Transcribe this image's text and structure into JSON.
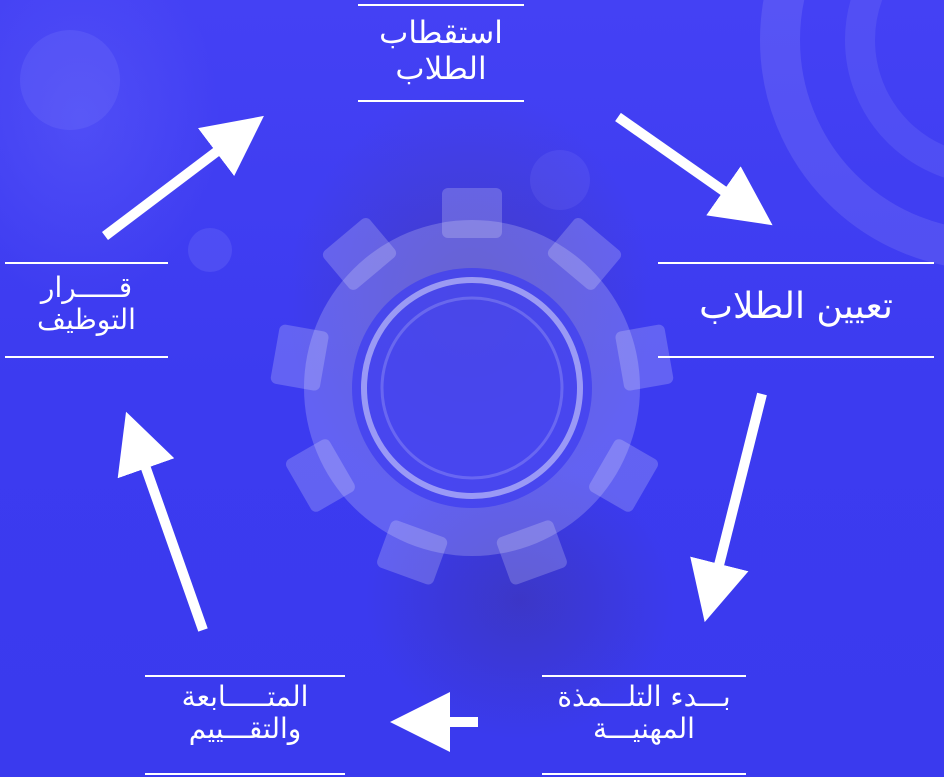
{
  "colors": {
    "background": "#3e3cf2",
    "foreground": "#ffffff"
  },
  "steps": {
    "recruit": "استقطاب\nالطلاب",
    "assign": "تعيين الطلاب",
    "apprentice": "بـــدء التلـــمذة\nالمهنيـــة",
    "followup": "المتـــــابعة\nوالتقـــييم",
    "hire": "قـــــرار\nالتوظيف"
  },
  "icons": [
    "gear-icon",
    "arrow-icon"
  ]
}
